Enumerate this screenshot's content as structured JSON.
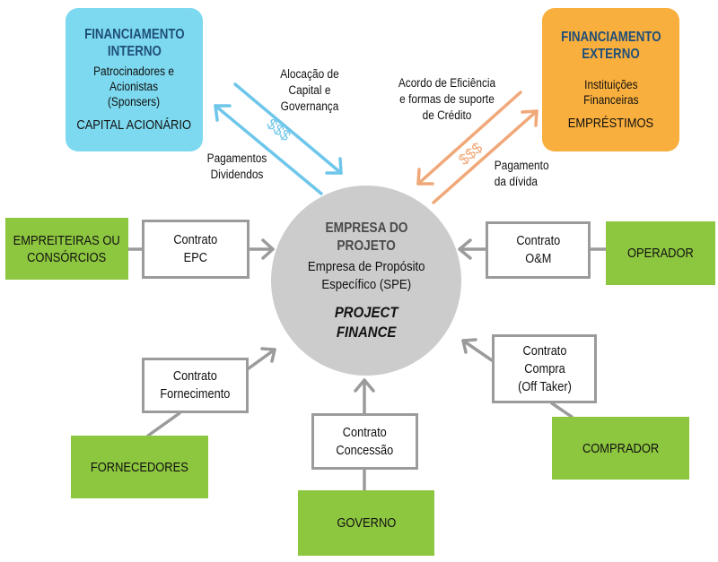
{
  "colors": {
    "internal_box": "#7dd9ef",
    "external_box": "#f9af3d",
    "title_blue": "#1f4e79",
    "party_green": "#8dc63f",
    "center_gray": "#cccccc",
    "connector_gray": "#9b9b9b",
    "blue_arrow": "#6ec6ea",
    "orange_arrow": "#f0a878"
  },
  "financing": {
    "internal": {
      "title_line1": "FINANCIAMENTO",
      "title_line2": "INTERNO",
      "sub_line1": "Patrocinadores e",
      "sub_line2": "Acionistas",
      "sub_line3": "(Sponsers)",
      "capital": "CAPITAL ACIONÁRIO"
    },
    "external": {
      "title_line1": "FINANCIAMENTO",
      "title_line2": "EXTERNO",
      "sub_line1": "Instituições",
      "sub_line2": "Financeiras",
      "capital": "EMPRÉSTIMOS"
    }
  },
  "flows": {
    "internal_down": {
      "line1": "Alocação de",
      "line2": "Capital e",
      "line3": "Governança"
    },
    "internal_up": {
      "line1": "Pagamentos",
      "line2": "Dividendos"
    },
    "external_down": {
      "line1": "Acordo de Eficiência",
      "line2": "e formas de suporte",
      "line3": "de Crédito"
    },
    "external_up": {
      "line1": "Pagamento",
      "line2": "da dívida"
    },
    "money_symbol": "$$$"
  },
  "center": {
    "title_line1": "EMPRESA DO",
    "title_line2": "PROJETO",
    "sub_line1": "Empresa de Propósito",
    "sub_line2": "Específico (SPE)",
    "pf_line1": "PROJECT",
    "pf_line2": "FINANCE"
  },
  "parties": {
    "contractors": {
      "line1": "EMPREITEIRAS OU",
      "line2": "CONSÓRCIOS"
    },
    "operator": {
      "line1": "OPERADOR"
    },
    "suppliers": {
      "line1": "FORNECEDORES"
    },
    "government": {
      "line1": "GOVERNO"
    },
    "buyer": {
      "line1": "COMPRADOR"
    }
  },
  "contracts": {
    "epc": {
      "line1": "Contrato",
      "line2": "EPC"
    },
    "om": {
      "line1": "Contrato",
      "line2": "O&M"
    },
    "supply": {
      "line1": "Contrato",
      "line2": "Fornecimento"
    },
    "concession": {
      "line1": "Contrato",
      "line2": "Concessão"
    },
    "offtake": {
      "line1": "Contrato",
      "line2": "Compra",
      "line3": "(Off Taker)"
    }
  }
}
